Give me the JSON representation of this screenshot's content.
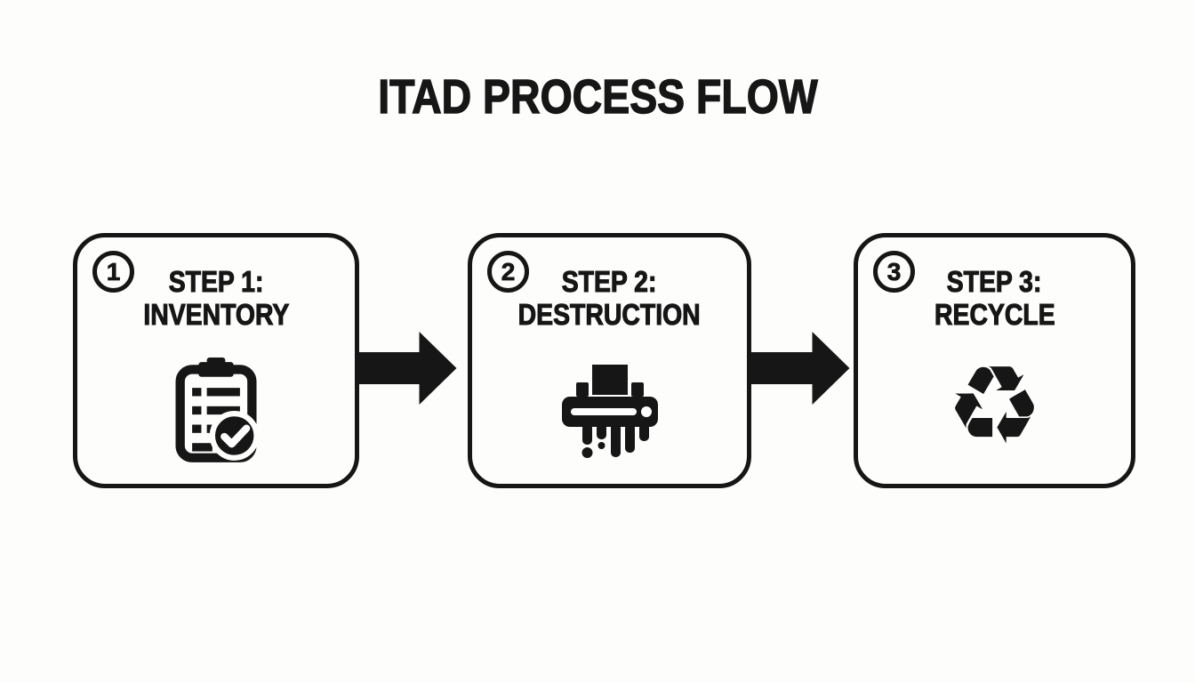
{
  "title": "ITAD PROCESS FLOW",
  "steps": [
    {
      "number": "1",
      "title": "STEP 1:",
      "name": "INVENTORY",
      "icon": "clipboard-checklist-icon"
    },
    {
      "number": "2",
      "title": "STEP 2:",
      "name": "DESTRUCTION",
      "icon": "shredder-icon"
    },
    {
      "number": "3",
      "title": "STEP 3:",
      "name": "RECYCLE",
      "icon": "recycle-icon"
    }
  ],
  "icons": {
    "recycle_glyph": "♻",
    "arrow": "right-arrow-icon"
  },
  "colors": {
    "ink": "#161616",
    "background": "#fdfdfc"
  }
}
